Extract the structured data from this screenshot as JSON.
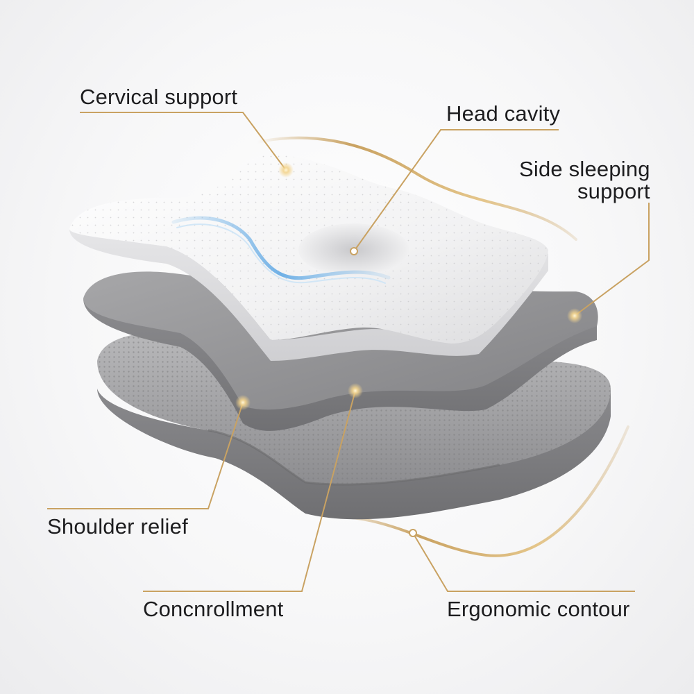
{
  "callouts": {
    "cervical_support": "Cervical support",
    "head_cavity": "Head cavity",
    "side_sleeping": {
      "line1": "Side sleeping",
      "line2": "support"
    },
    "shoulder_relief": "Shoulder relief",
    "concnrollment": "Concnrollment",
    "ergonomic_contour": "Ergonomic contour"
  },
  "colors": {
    "background": "#f5f5f6",
    "top_layer": "#f4f4f5",
    "middle_layer": "#9c9c9e",
    "bottom_layer": "#a9a9ab",
    "gold_accent": "#c9a262",
    "blue_wave": "#8fc3ec",
    "text": "#1d1d1f"
  }
}
